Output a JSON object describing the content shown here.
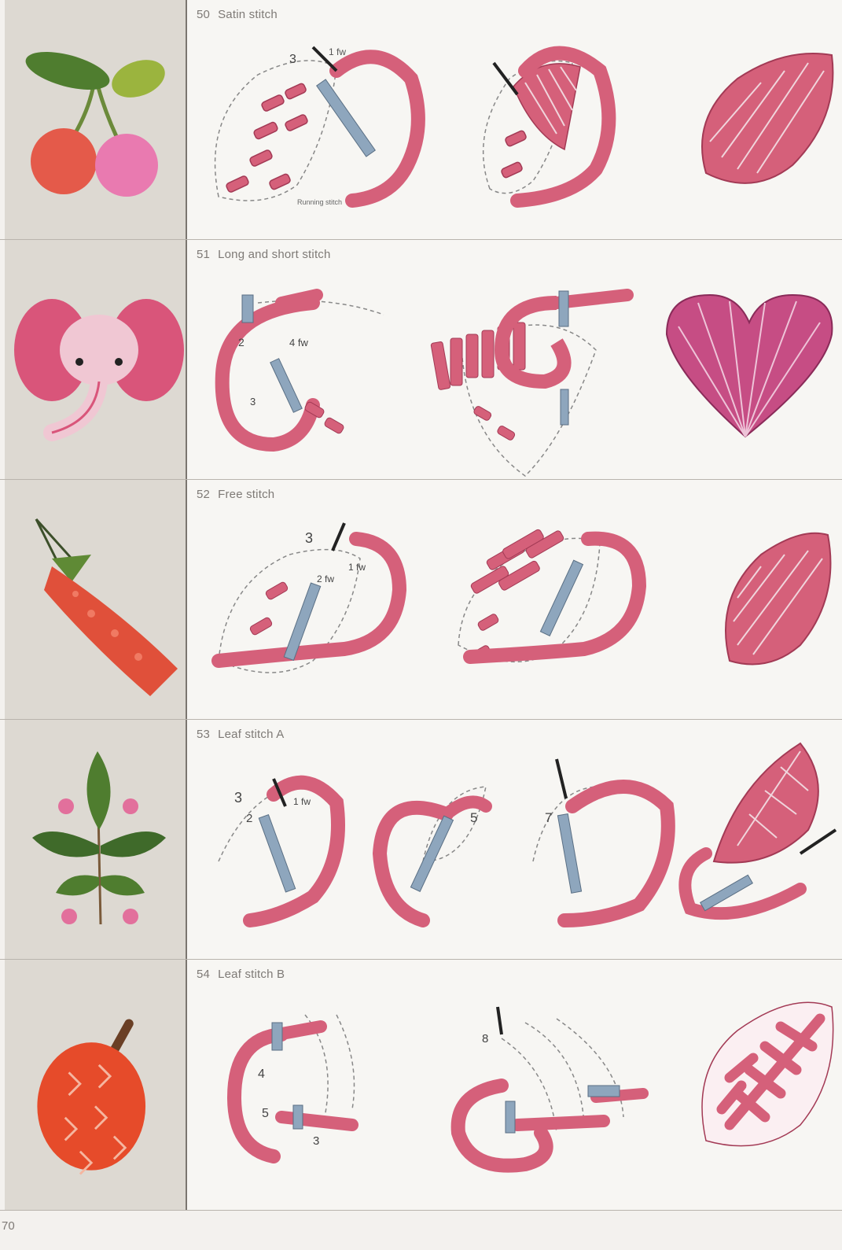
{
  "sections": [
    {
      "num": "50",
      "title": "Satin stitch",
      "annotation": "Running stitch",
      "motif": "cherries"
    },
    {
      "num": "51",
      "title": "Long and short stitch",
      "motif": "elephant"
    },
    {
      "num": "52",
      "title": "Free stitch",
      "motif": "carrot"
    },
    {
      "num": "53",
      "title": "Leaf stitch A",
      "motif": "leaf-sprig"
    },
    {
      "num": "54",
      "title": "Leaf stitch B",
      "motif": "durian"
    }
  ],
  "page_number": "70",
  "colors": {
    "thread": "#d5607a",
    "thread_dark": "#b23a5a",
    "needle": "#8ea6bd",
    "photo_bg": "#ddd9d2"
  }
}
